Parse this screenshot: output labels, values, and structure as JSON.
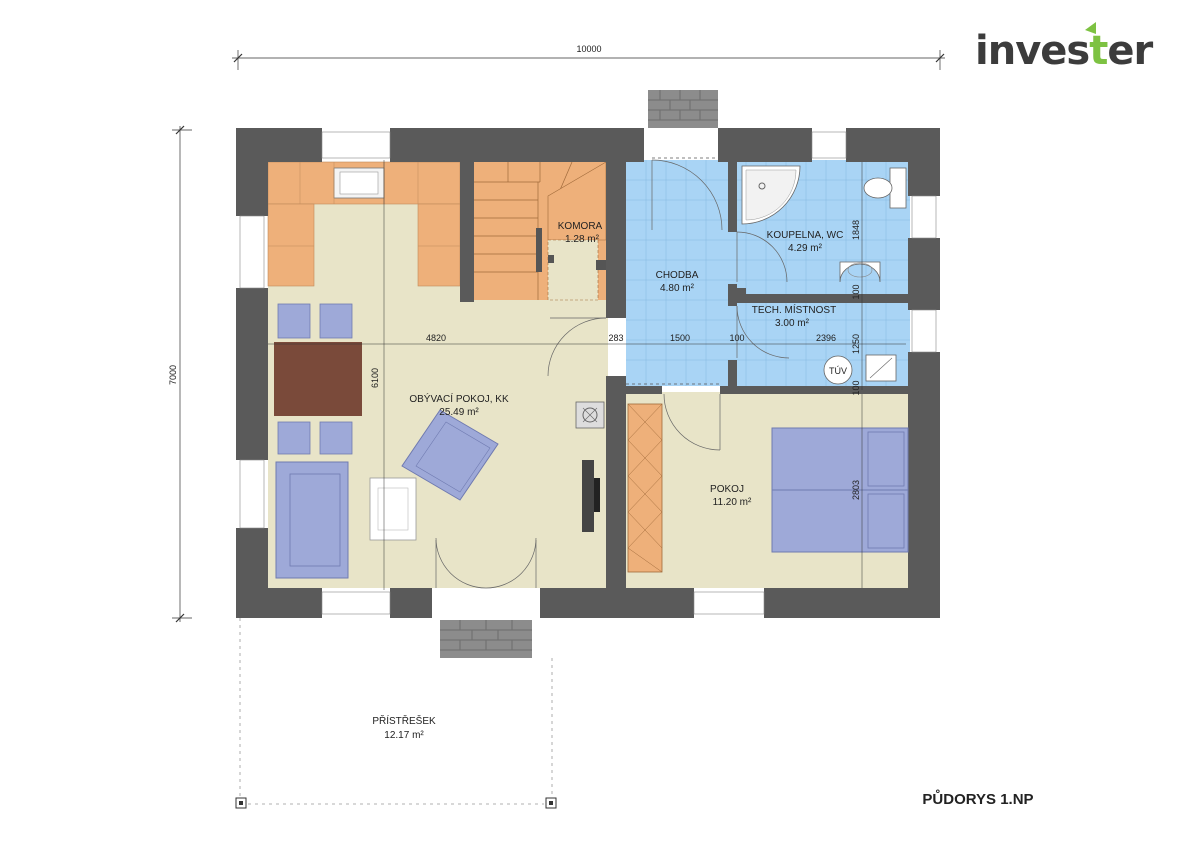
{
  "brand": {
    "prefix": "inves",
    "accent": "t",
    "suffix": "er",
    "accent_color": "#7dc242",
    "text_color": "#3c3c3c"
  },
  "drawing_title": "PŮDORYS 1.NP",
  "colors": {
    "wall": "#5a5a5a",
    "living": "#e8e4c8",
    "kitchen": "#eeb07a",
    "hall": "#a9d4f5",
    "furniture": "#9ea9d8",
    "table": "#7a4a3a",
    "stairs": "#eeb07a",
    "brick": "#8c8c8c"
  },
  "rooms": {
    "living": {
      "name": "OBÝVACÍ POKOJ, KK",
      "area": "25.49 m²"
    },
    "pantry": {
      "name": "KOMORA",
      "area": "1.28 m²"
    },
    "hall": {
      "name": "CHODBA",
      "area": "4.80 m²"
    },
    "bath": {
      "name": "KOUPELNA, WC",
      "area": "4.29 m²"
    },
    "tech": {
      "name": "TECH. MÍSTNOST",
      "area": "3.00 m²"
    },
    "room": {
      "name": "POKOJ",
      "area": "11.20 m²"
    },
    "carport": {
      "name": "PŘÍSTŘEŠEK",
      "area": "12.17 m²"
    }
  },
  "dimensions": {
    "total_width": "10000",
    "total_depth": "7000",
    "living_width": "4820",
    "living_depth": "6100",
    "d283": "283",
    "d1500": "1500",
    "d100a": "100",
    "d2396": "2396",
    "d1848": "1848",
    "d100b": "100",
    "d1250": "1250",
    "d100c": "100",
    "d2803": "2803"
  },
  "fixtures": {
    "boiler": "TÚV"
  }
}
